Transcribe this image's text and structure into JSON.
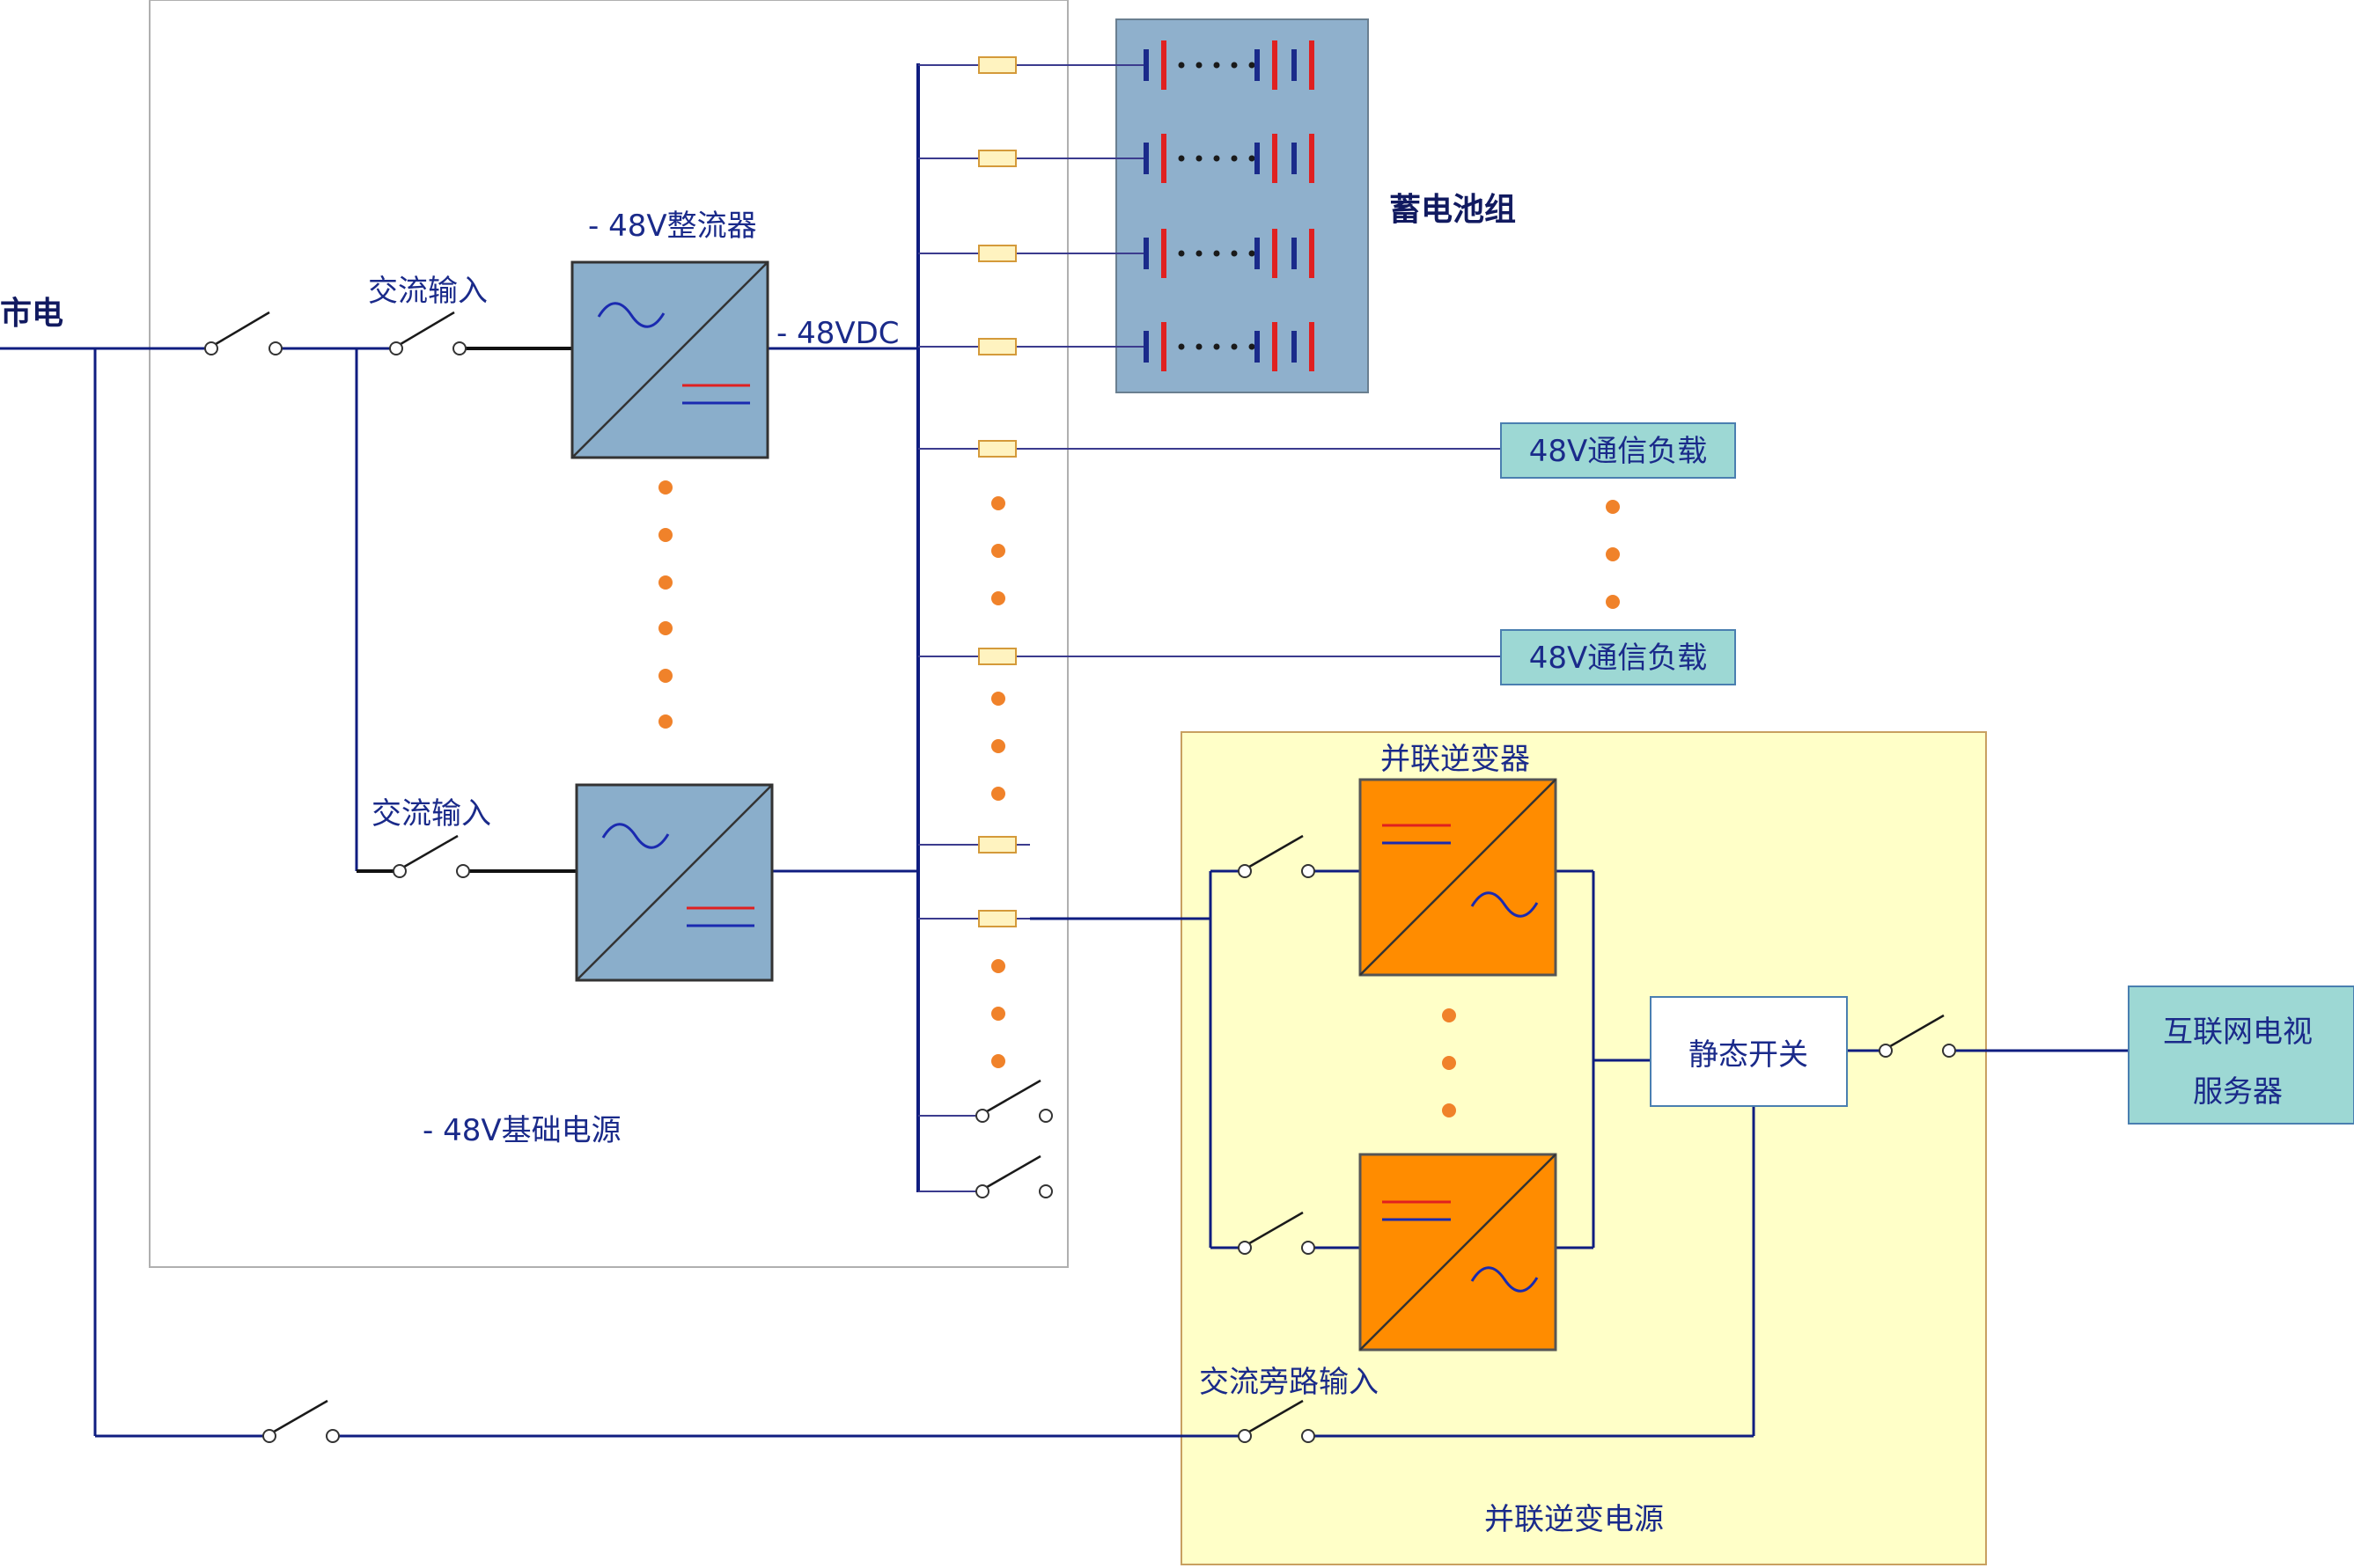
{
  "labels": {
    "mains": "市电",
    "ac_input_1": "交流输入",
    "ac_input_2": "交流输入",
    "rectifier": "- 48V整流器",
    "dc_bus": "- 48VDC",
    "battery_bank": "蓄电池组",
    "load_1": "48V通信负载",
    "load_2": "48V通信负载",
    "base_power": "- 48V基础电源",
    "inverter": "并联逆变器",
    "static_switch": "静态开关",
    "bypass_input": "交流旁路输入",
    "inverter_system": "并联逆变电源",
    "server_line1": "互联网电视",
    "server_line2": "服务器"
  },
  "colors": {
    "dc_panel_border": "#b0b0b0",
    "inverter_panel_bg": "#ffffc8",
    "module_fill": "#8aaecb",
    "inverter_fill": "#ff8c00",
    "battery_fill": "#8fb0cc",
    "load_fill": "#9dd8d4",
    "server_fill": "#9dd8d4",
    "wire": "#0f1d80",
    "dot": "#f0822a"
  },
  "icons": [
    "ac-sine-icon",
    "dc-lines-icon",
    "battery-cell-icon",
    "switch-icon",
    "fuse-icon"
  ]
}
